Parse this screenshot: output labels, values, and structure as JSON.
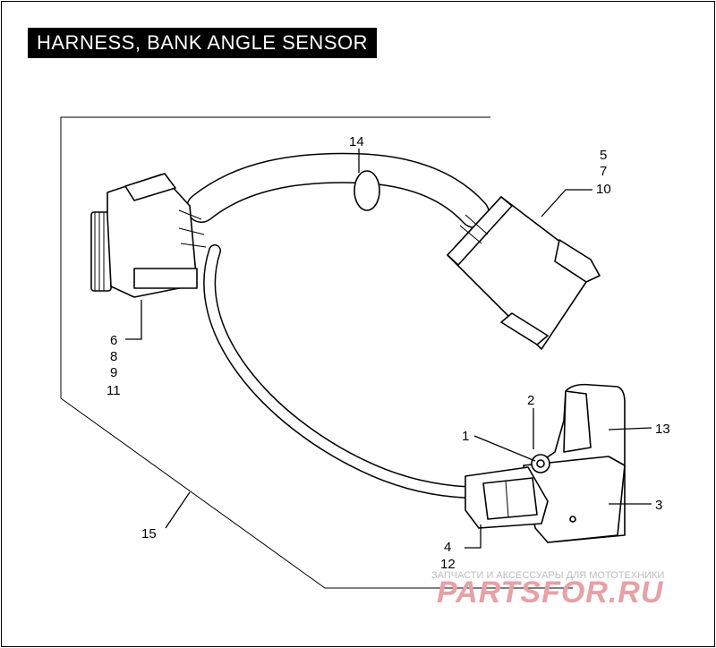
{
  "title": "HARNESS, BANK ANGLE SENSOR",
  "callouts": {
    "c1": "1",
    "c2": "2",
    "c3": "3",
    "c4": "4",
    "c12": "12",
    "c13": "13",
    "c14": "14",
    "c15": "15",
    "c5": "5",
    "c7": "7",
    "c10": "10",
    "c6": "6",
    "c8": "8",
    "c9": "9",
    "c11": "11"
  },
  "watermark": {
    "tagline": "ЗАПЧАСТИ И АКСЕССУАРЫ ДЛЯ МОТОТЕХНИКИ",
    "brand": "PARTSFOR.RU"
  },
  "colors": {
    "line": "#000000",
    "background": "#ffffff",
    "watermark": "#e8a0a6"
  }
}
